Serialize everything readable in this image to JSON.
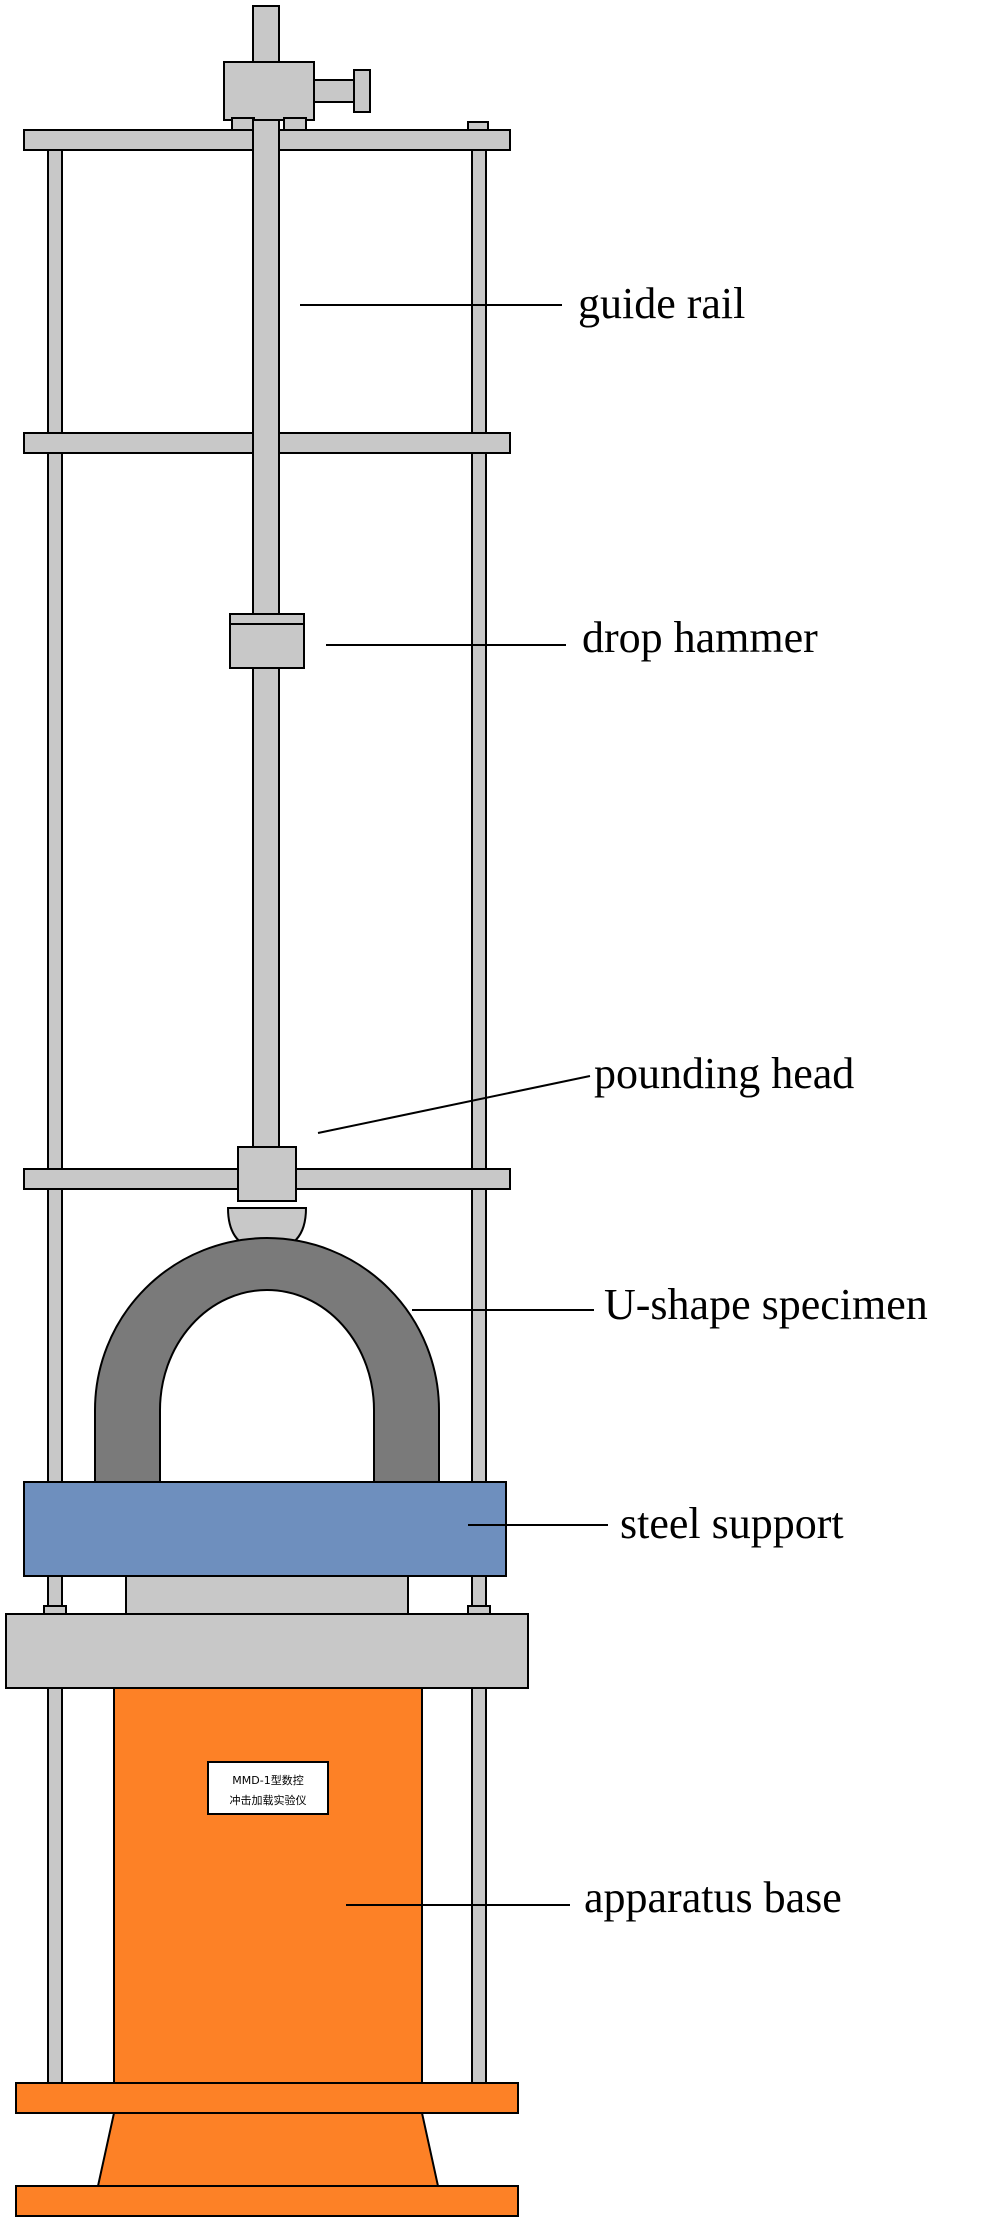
{
  "labels": {
    "guide_rail": "guide rail",
    "drop_hammer": "drop hammer",
    "pounding_head": "pounding head",
    "u_shape_specimen": "U-shape specimen",
    "steel_support": "steel support",
    "apparatus_base": "apparatus base"
  },
  "nameplate": {
    "line1": "MMD-1型数控",
    "line2": "冲击加载实验仪"
  },
  "colors": {
    "frame_gray": "#c8c8c8",
    "specimen_gray": "#7a7a7a",
    "steel_support_blue": "#6e8fbe",
    "base_orange": "#fd8126",
    "outline": "#000000"
  }
}
